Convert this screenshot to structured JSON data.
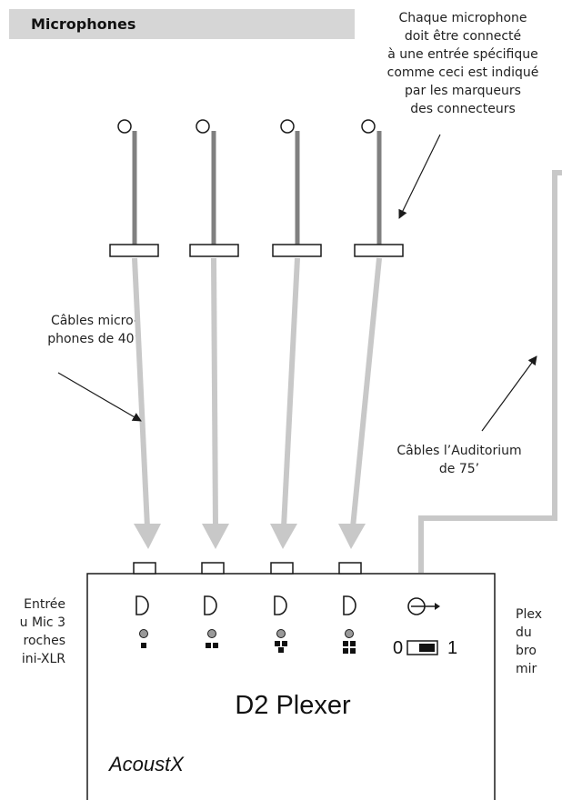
{
  "header": {
    "title": "Microphones"
  },
  "annotations": {
    "connector_note": "Chaque microphone\ndoit être connecté\nà une entrée spécifique\ncomme ceci est indiqué\npar les marqueurs\ndes connecteurs",
    "mic_cables": "Câbles micro-\nphones de 40’",
    "auditorium_cables": "Câbles l’Auditorium\nde 75’",
    "mini_xlr_input": "Entrée\nu Mic 3\nroches\nini-XLR",
    "plexer_partial": "Plex\ndu \nbro\nmir"
  },
  "device": {
    "name": "D2 Plexer",
    "brand": "AcoustX",
    "switch": {
      "off_label": "0",
      "on_label": "1",
      "position": "1"
    }
  },
  "colors": {
    "header_bg": "#d6d6d6",
    "mic_cable": "#c8c8c8",
    "mic_stand": "#808080",
    "led": "#999999",
    "outline": "#1a1a1a"
  },
  "icons": {
    "mic_input": "mic-input-icon",
    "output": "output-arrow-icon",
    "pin_marker": "pin-marker-icon"
  }
}
